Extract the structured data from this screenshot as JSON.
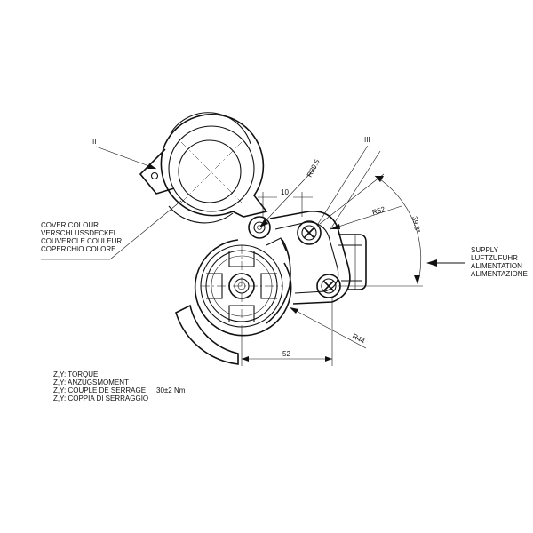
{
  "view_markers": {
    "view_ii": "II",
    "view_iii": "III"
  },
  "dimensions": {
    "r_cover": "R39.5",
    "gap": "10",
    "r_outer": "R52",
    "angle": "39.3°",
    "r_body": "R44",
    "width": "52"
  },
  "cover_colour": [
    "COVER COLOUR",
    "VERSCHLUSSDECKEL",
    "COUVERCLE COULEUR",
    "COPERCHIO COLORE"
  ],
  "supply": [
    "SUPPLY",
    "LUFTZUFUHR",
    "ALIMENTATION",
    "ALIMENTAZIONE"
  ],
  "torque": {
    "lines": [
      "Z,Y: TORQUE",
      "Z,Y: ANZUGSMOMENT",
      "Z,Y: COUPLE DE SERRAGE",
      "Z,Y: COPPIA DI SERRAGGIO"
    ],
    "value": "30±2 Nm"
  }
}
